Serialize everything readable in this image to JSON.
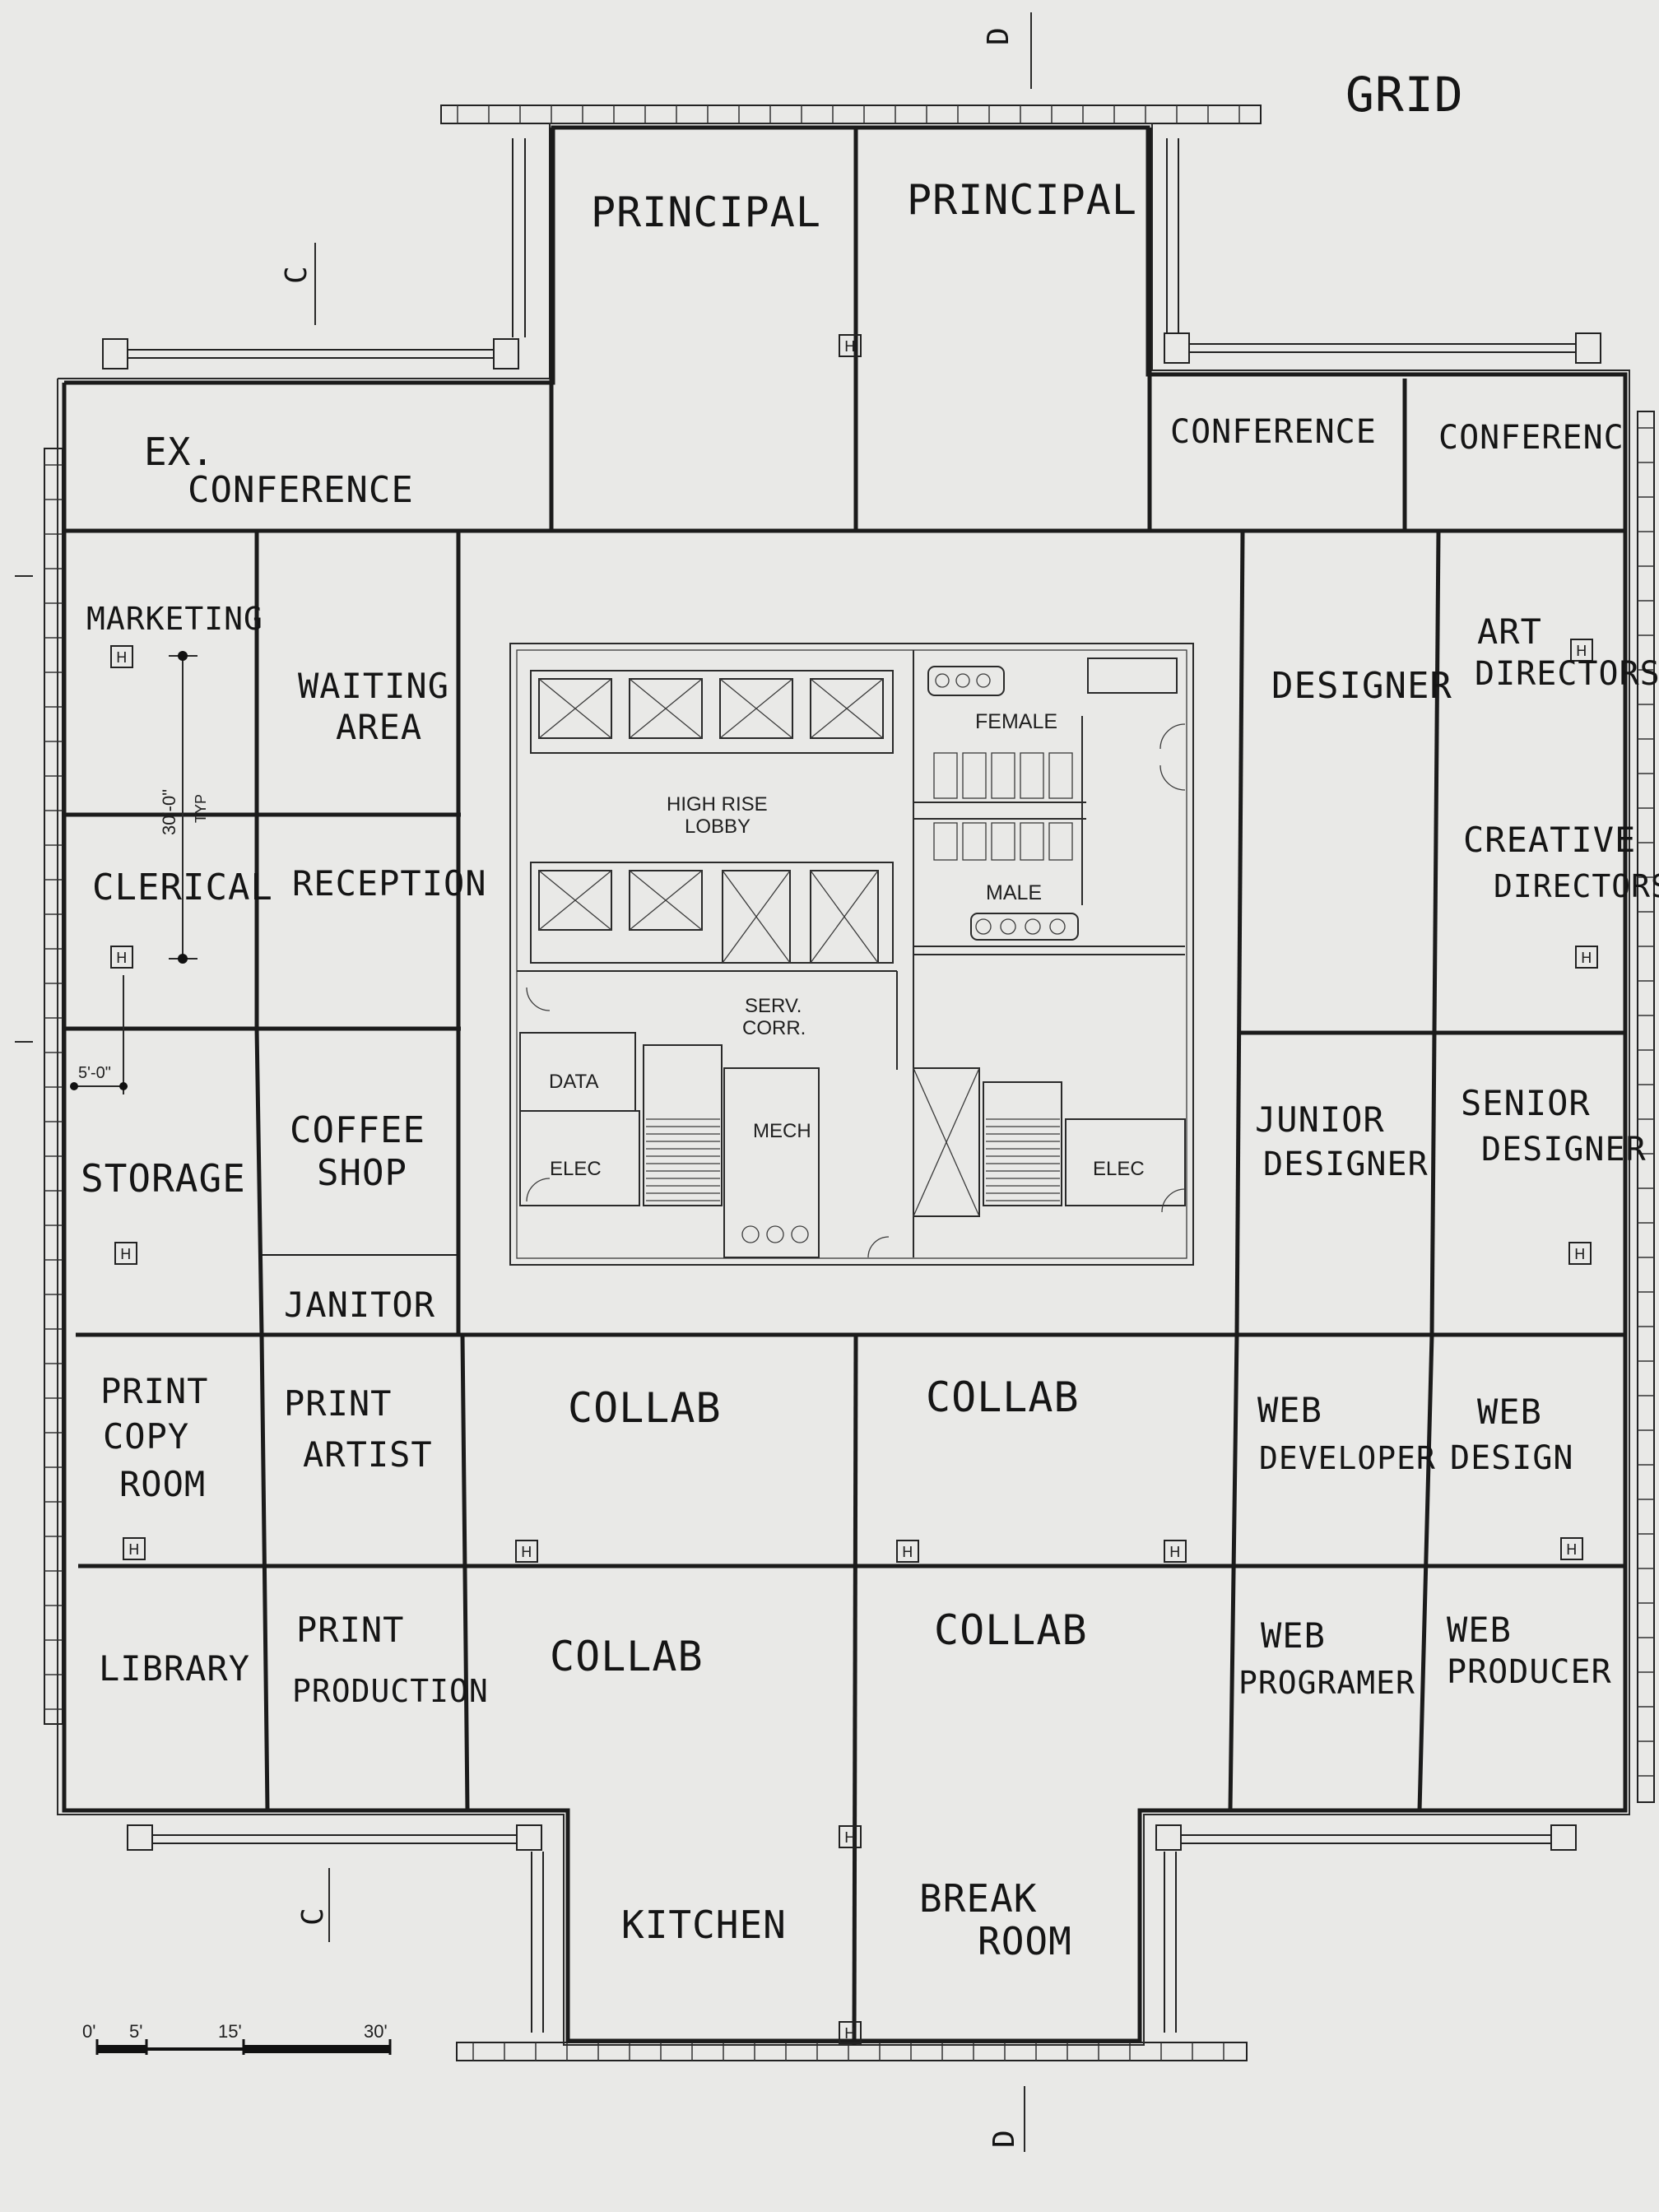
{
  "title": "GRID",
  "section_markers": {
    "top": "D",
    "bottom": "D",
    "left_top": "C",
    "left_bottom": "C"
  },
  "rooms": {
    "principal_left": "PRINCIPAL",
    "principal_right": "PRINCIPAL",
    "ex_conference_1": "EX.",
    "ex_conference_2": "CONFERENCE",
    "conference_1": "CONFERENCE",
    "conference_2": "CONFERENC",
    "marketing": "MARKETING",
    "waiting_area_1": "WAITING",
    "waiting_area_2": "AREA",
    "clerical": "CLERICAL",
    "reception": "RECEPTION",
    "storage": "STORAGE",
    "coffee_shop_1": "COFFEE",
    "coffee_shop_2": "SHOP",
    "janitor": "JANITOR",
    "designer": "DESIGNER",
    "art_directors_1": "ART",
    "art_directors_2": "DIRECTORS",
    "creative_directors_1": "CREATIVE",
    "creative_directors_2": "DIRECTORS",
    "junior_designer_1": "JUNIOR",
    "junior_designer_2": "DESIGNER",
    "senior_designer_1": "SENIOR",
    "senior_designer_2": "DESIGNER",
    "print_copy_1": "PRINT",
    "print_copy_2": "COPY",
    "print_copy_3": "ROOM",
    "print_artist_1": "PRINT",
    "print_artist_2": "ARTIST",
    "collab_1": "COLLAB",
    "collab_2": "COLLAB",
    "collab_3": "COLLAB",
    "collab_4": "COLLAB",
    "web_developer_1": "WEB",
    "web_developer_2": "DEVELOPER",
    "web_design_1": "WEB",
    "web_design_2": "DESIGN",
    "library": "LIBRARY",
    "print_production_1": "PRINT",
    "print_production_2": "PRODUCTION",
    "web_programer_1": "WEB",
    "web_programer_2": "PROGRAMER",
    "web_producer_1": "WEB",
    "web_producer_2": "PRODUCER",
    "kitchen": "KITCHEN",
    "break_room_1": "BREAK",
    "break_room_2": "ROOM"
  },
  "core": {
    "female": "FEMALE",
    "high_rise_lobby_1": "HIGH RISE",
    "high_rise_lobby_2": "LOBBY",
    "male": "MALE",
    "serv_corr_1": "SERV.",
    "serv_corr_2": "CORR.",
    "data": "DATA",
    "mech": "MECH",
    "elec_left": "ELEC",
    "elec_right": "ELEC"
  },
  "dimensions": {
    "grid_spacing": "30'-0\"",
    "typ": "TYP",
    "mullion": "5'-0\""
  },
  "scale_bar": {
    "labels": [
      "0'",
      "5'",
      "15'",
      "30'"
    ]
  },
  "colors": {
    "paper": "#e9e9e7",
    "ink": "#1b1b1b",
    "pencil": "#b9b9b6"
  }
}
